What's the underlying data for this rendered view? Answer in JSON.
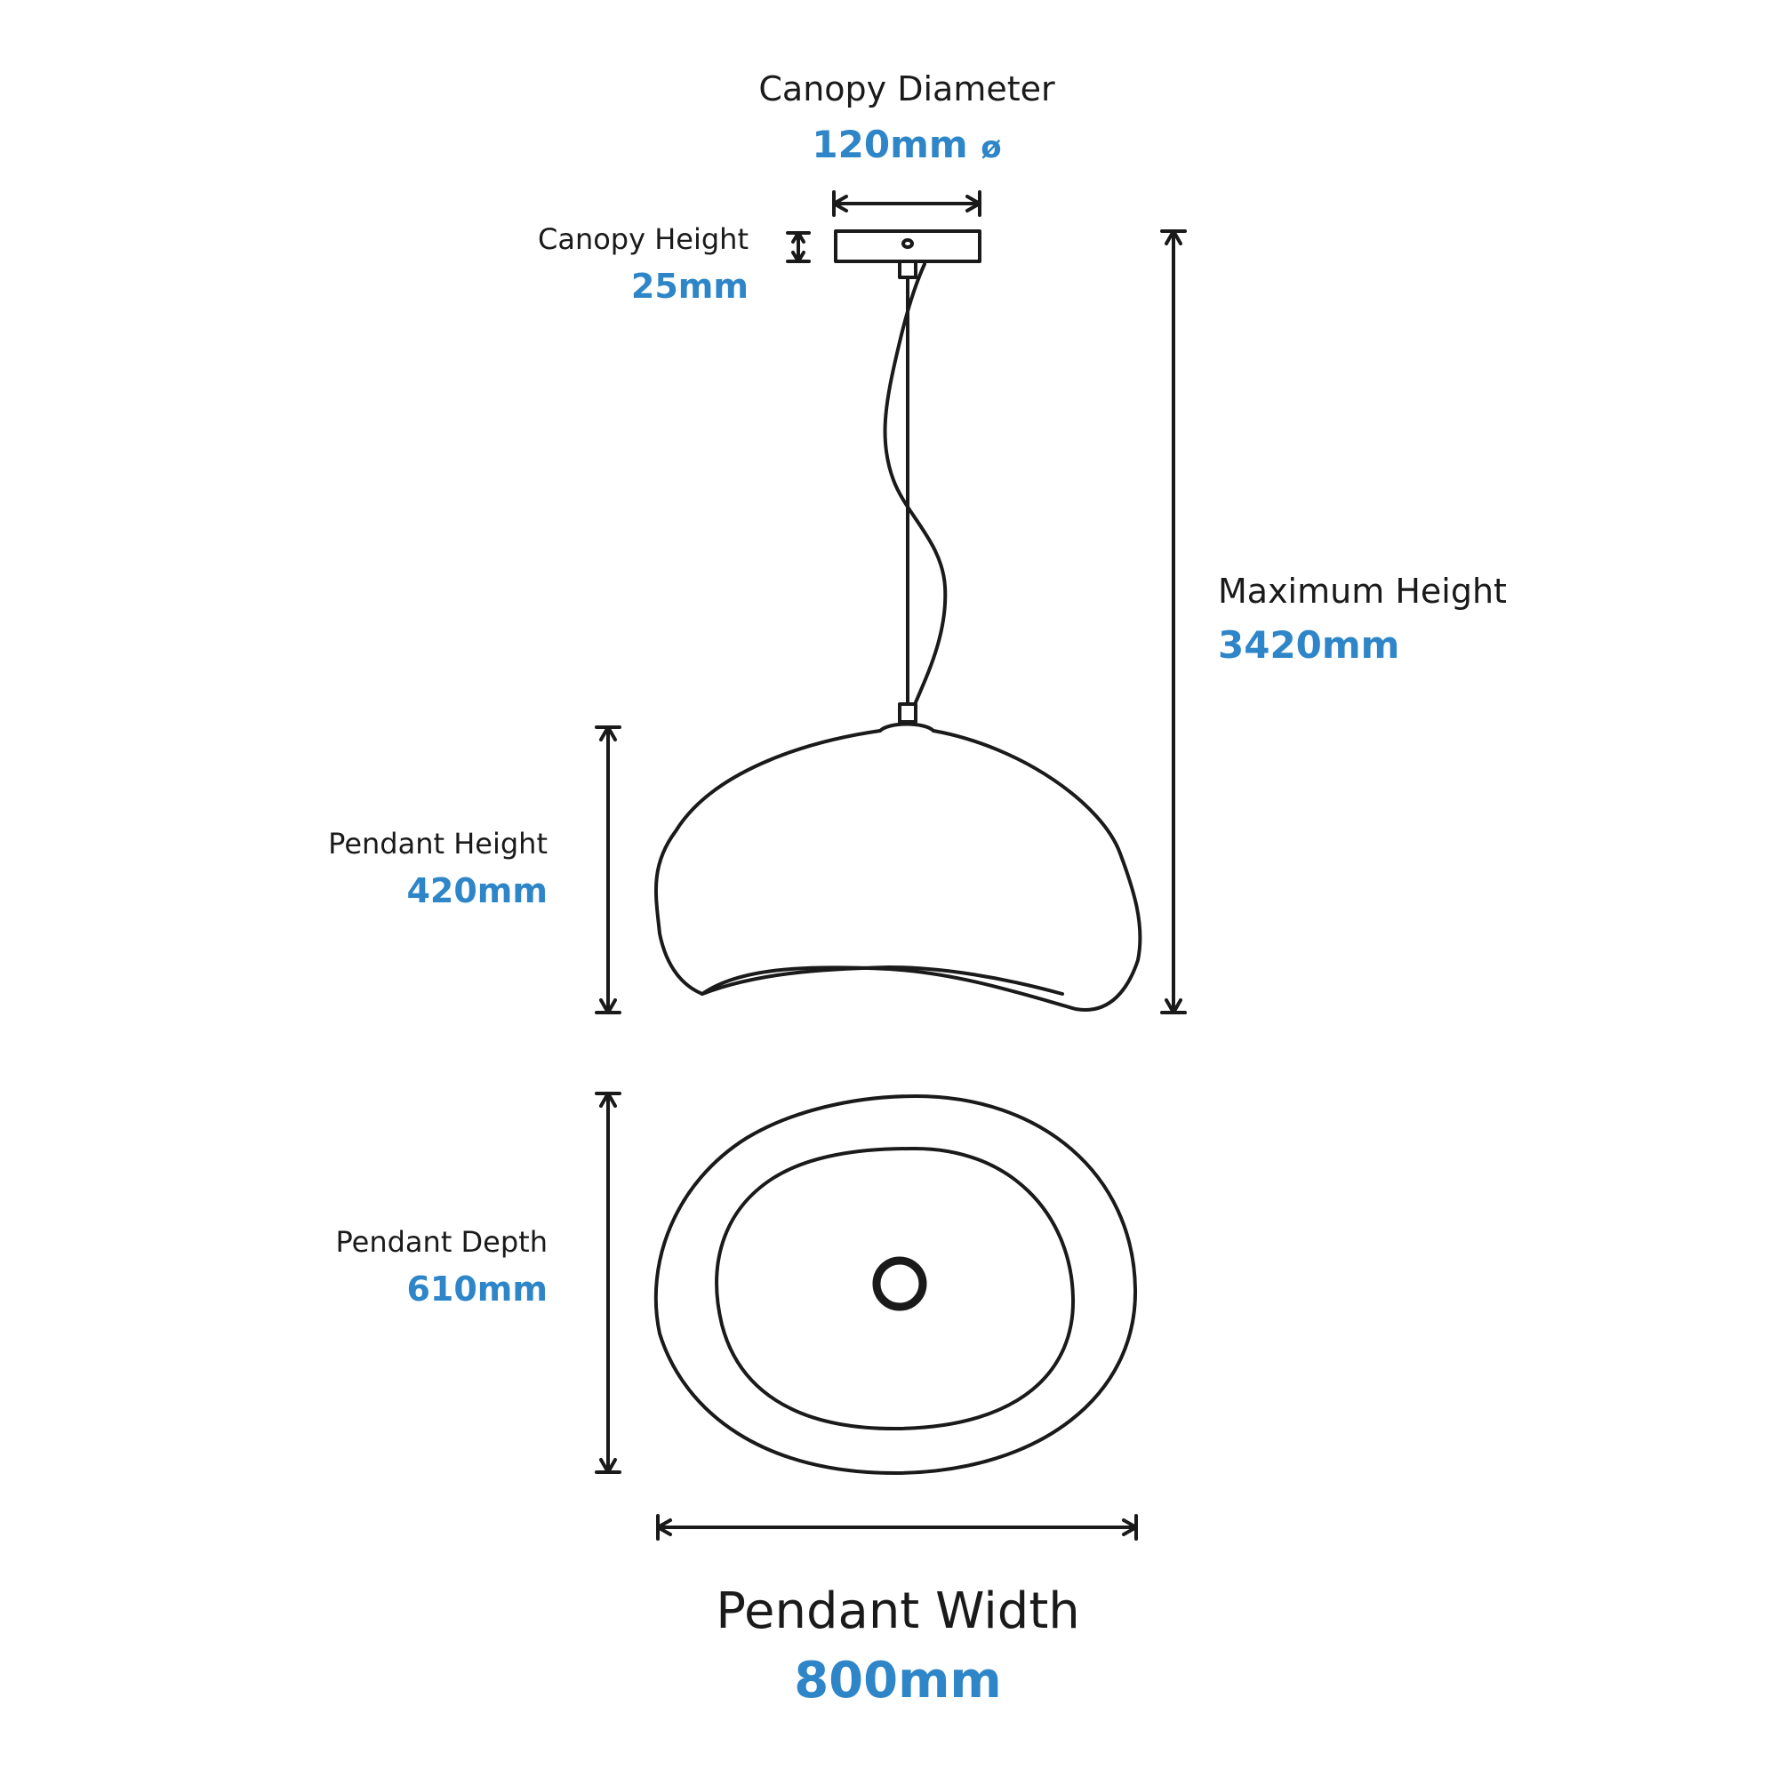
{
  "canopy_diameter": {
    "label": "Canopy Diameter",
    "value": "120mm",
    "symbol": "ø"
  },
  "canopy_height": {
    "label": "Canopy Height",
    "value": "25mm"
  },
  "maximum_height": {
    "label": "Maximum Height",
    "value": "3420mm"
  },
  "pendant_height": {
    "label": "Pendant Height",
    "value": "420mm"
  },
  "pendant_depth": {
    "label": "Pendant Depth",
    "value": "610mm"
  },
  "pendant_width": {
    "label": "Pendant Width",
    "value": "800mm"
  },
  "colors": {
    "line": "#1a1a1a",
    "value": "#2e86c8",
    "background": "#ffffff"
  }
}
